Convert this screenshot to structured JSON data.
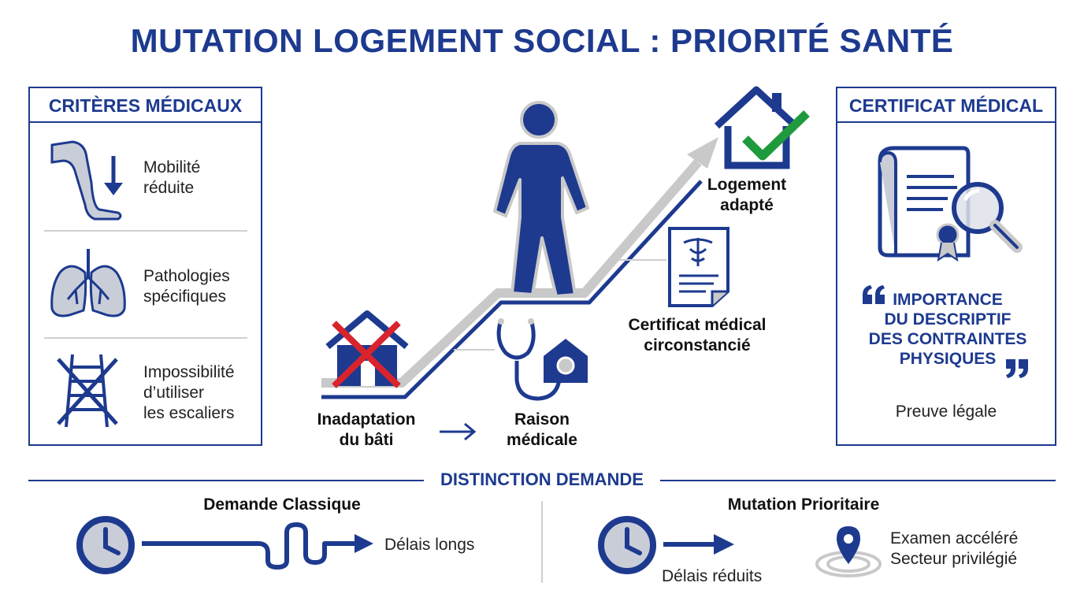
{
  "title": "MUTATION LOGEMENT SOCIAL : PRIORITÉ SANTÉ",
  "criteria_panel": {
    "heading": "CRITÈRES MÉDICAUX",
    "items": [
      {
        "line1": "Mobilité",
        "line2": "réduite",
        "icon": "leg-icon"
      },
      {
        "line1": "Pathologies",
        "line2": "spécifiques",
        "icon": "lungs-icon"
      },
      {
        "line1": "Impossibilité",
        "line2": "d’utiliser",
        "line3": "les escaliers",
        "icon": "crossed-ladder-icon"
      }
    ]
  },
  "center": {
    "start": {
      "line1": "Inadaptation",
      "line2": "du bâti"
    },
    "middle": {
      "line1": "Raison",
      "line2": "médicale"
    },
    "certificate": {
      "line1": "Certificat médical",
      "line2": "circonstancié"
    },
    "goal": {
      "line1": "Logement",
      "line2": "adapté"
    }
  },
  "certificate_panel": {
    "heading": "CERTIFICAT MÉDICAL",
    "quote": [
      "IMPORTANCE",
      "DU DESCRIPTIF",
      "DES CONTRAINTES",
      "PHYSIQUES"
    ],
    "footer": "Preuve légale"
  },
  "distinction": {
    "heading": "DISTINCTION DEMANDE",
    "classic": {
      "title": "Demande Classique",
      "caption": "Délais longs"
    },
    "priority": {
      "title": "Mutation Prioritaire",
      "caption": "Délais réduits",
      "benefit1": "Examen accéléré",
      "benefit2": "Secteur privilégié"
    }
  },
  "colors": {
    "primary": "#1d3a8f",
    "gray": "#c9c9c9",
    "red": "#d9232d",
    "green": "#1f9a3c"
  }
}
